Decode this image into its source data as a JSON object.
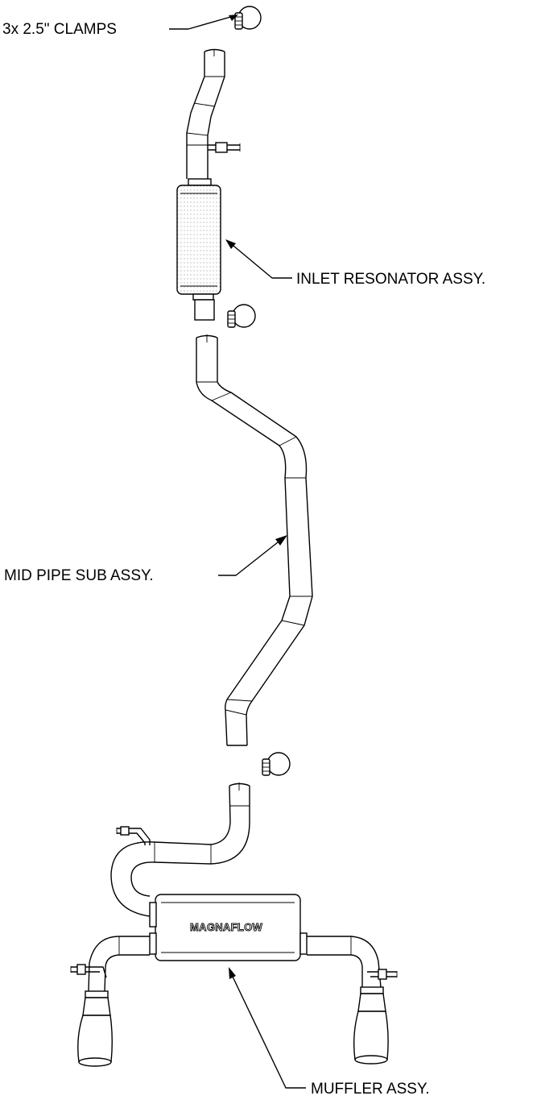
{
  "labels": {
    "clamps": "3x 2.5\" CLAMPS",
    "inlet_resonator": "INLET RESONATOR ASSY.",
    "mid_pipe": "MID PIPE SUB ASSY.",
    "muffler": "MUFFLER ASSY."
  },
  "muffler_logo": "MAGNAFLOW"
}
